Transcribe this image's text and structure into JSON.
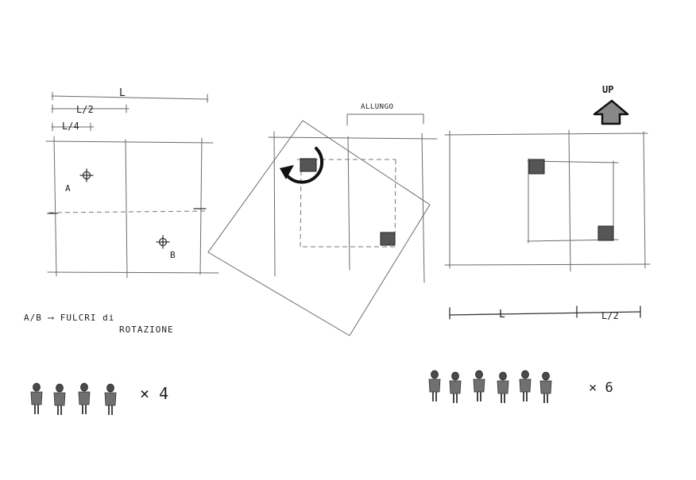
{
  "dimension_labels": {
    "full": "L",
    "half": "L/2",
    "quarter": "L/4",
    "bottom_full": "L",
    "bottom_half": "L/2"
  },
  "pivots": {
    "a": "A",
    "b": "B"
  },
  "caption": {
    "line1": "A/B ⟶  FULCRI  di",
    "line2": "ROTAZIONE"
  },
  "extension_label": "ALLUNGO",
  "up_label": "UP",
  "counts": {
    "left": "× 4",
    "right": "× 6"
  }
}
